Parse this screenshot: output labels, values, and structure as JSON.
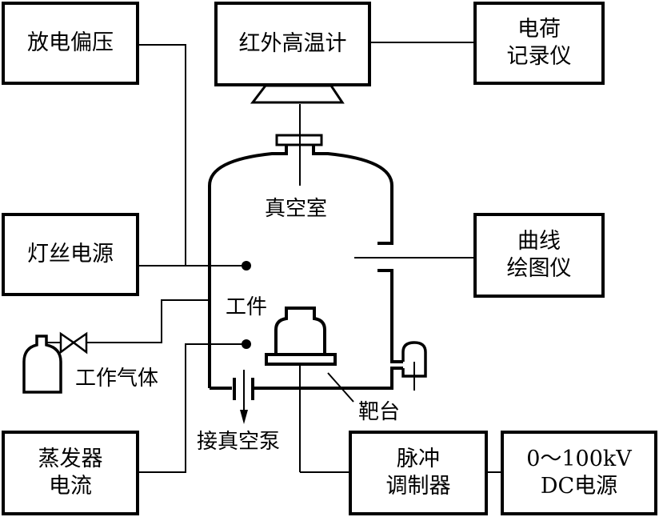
{
  "title": "脉冲偏压离子镀装置示意图",
  "boxes": {
    "discharge_bias": {
      "lines": [
        "放电偏压"
      ]
    },
    "ir_pyrometer": {
      "lines": [
        "红外高温计"
      ]
    },
    "charge_recorder": {
      "lines": [
        "电荷",
        "记录仪"
      ]
    },
    "filament_power": {
      "lines": [
        "灯丝电源"
      ]
    },
    "curve_plotter": {
      "lines": [
        "曲线",
        "绘图仪"
      ]
    },
    "evaporator_current": {
      "lines": [
        "蒸发器",
        "电流"
      ]
    },
    "pulse_modulator": {
      "lines": [
        "脉冲",
        "调制器"
      ]
    },
    "dc_power": {
      "lines": [
        "0～100kV",
        "DC电源"
      ]
    }
  },
  "labels": {
    "vacuum_chamber": "真空室",
    "workpiece": "工件",
    "working_gas": "工作气体",
    "to_vacuum_pump": "接真空泵",
    "target_stage": "靶台"
  }
}
